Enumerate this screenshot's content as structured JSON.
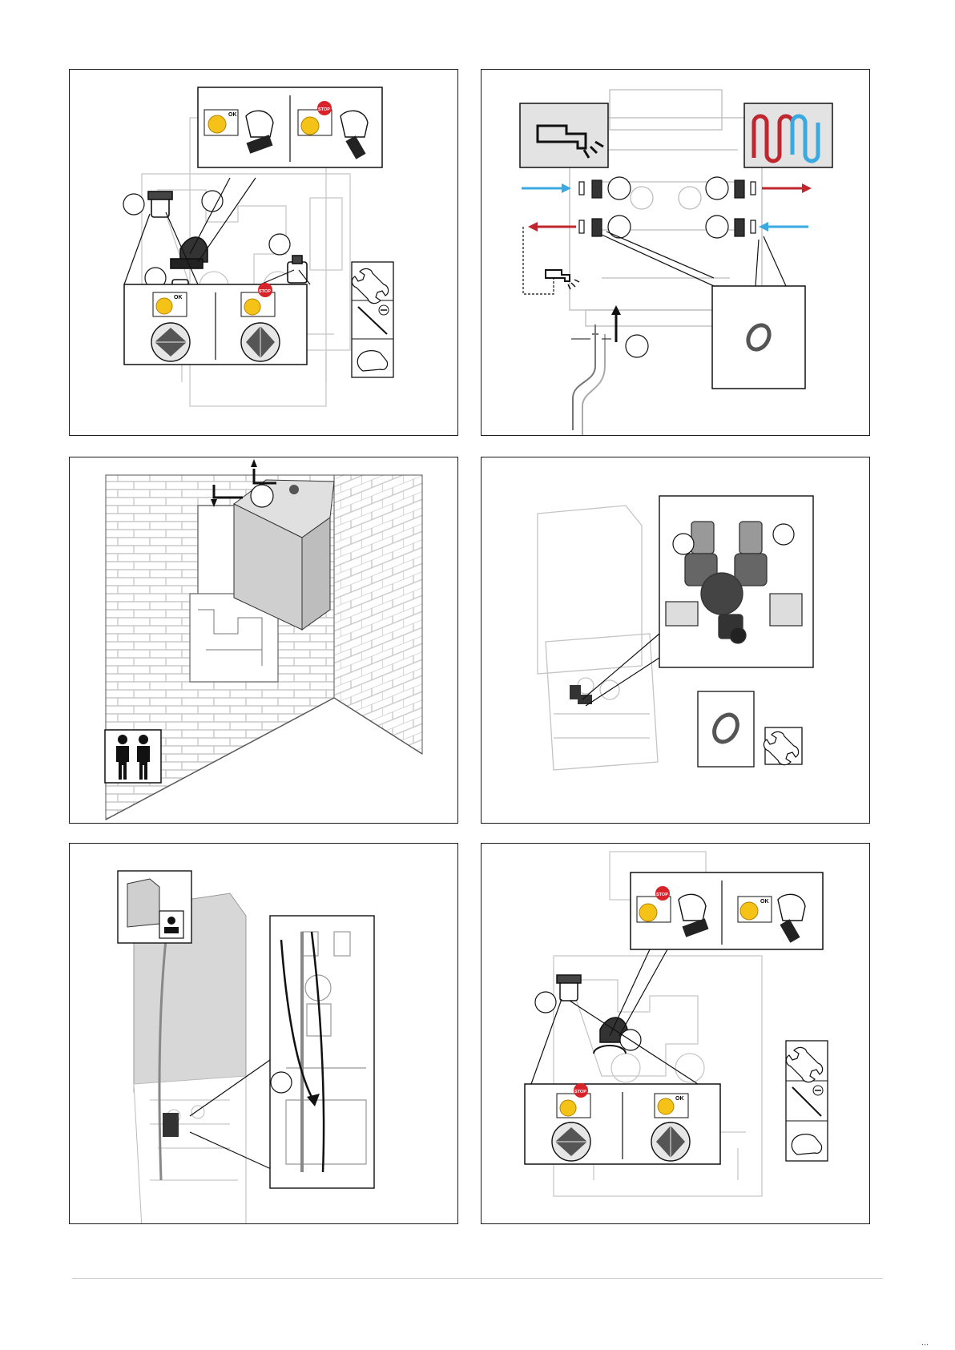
{
  "page": {
    "corner_mark": "..."
  },
  "panels": [
    {
      "id": "valves-open-check",
      "callouts": [
        "",
        "",
        "",
        ""
      ],
      "badges": {
        "ok": "OK",
        "stop": "STOP"
      },
      "tools": [
        "wrench-icon",
        "flat-screwdriver-icon",
        "hand-grip-icon"
      ]
    },
    {
      "id": "water-connections",
      "callouts": [
        "",
        "",
        "",
        "",
        ""
      ],
      "icons": [
        "hot-water-tap-icon",
        "heating-radiator-icon",
        "drain-tap-icon",
        "gasket-icon"
      ],
      "flow_colors": {
        "cold": "#3aa9e0",
        "hot": "#c0262d"
      }
    },
    {
      "id": "wall-mounting",
      "callouts": [
        ""
      ],
      "icons": [
        "two-person-lift-icon"
      ]
    },
    {
      "id": "connect-unit",
      "callouts": [
        "",
        ""
      ],
      "icons": [
        "gasket-icon",
        "wrench-icon"
      ]
    },
    {
      "id": "condensate-hose",
      "callouts": [
        ""
      ],
      "icons": [
        "read-manual-icon"
      ]
    },
    {
      "id": "valves-close-check",
      "callouts": [
        "",
        ""
      ],
      "badges": {
        "ok": "OK",
        "stop": "STOP"
      },
      "tools": [
        "wrench-icon",
        "flat-screwdriver-icon",
        "hand-grip-icon"
      ]
    }
  ]
}
